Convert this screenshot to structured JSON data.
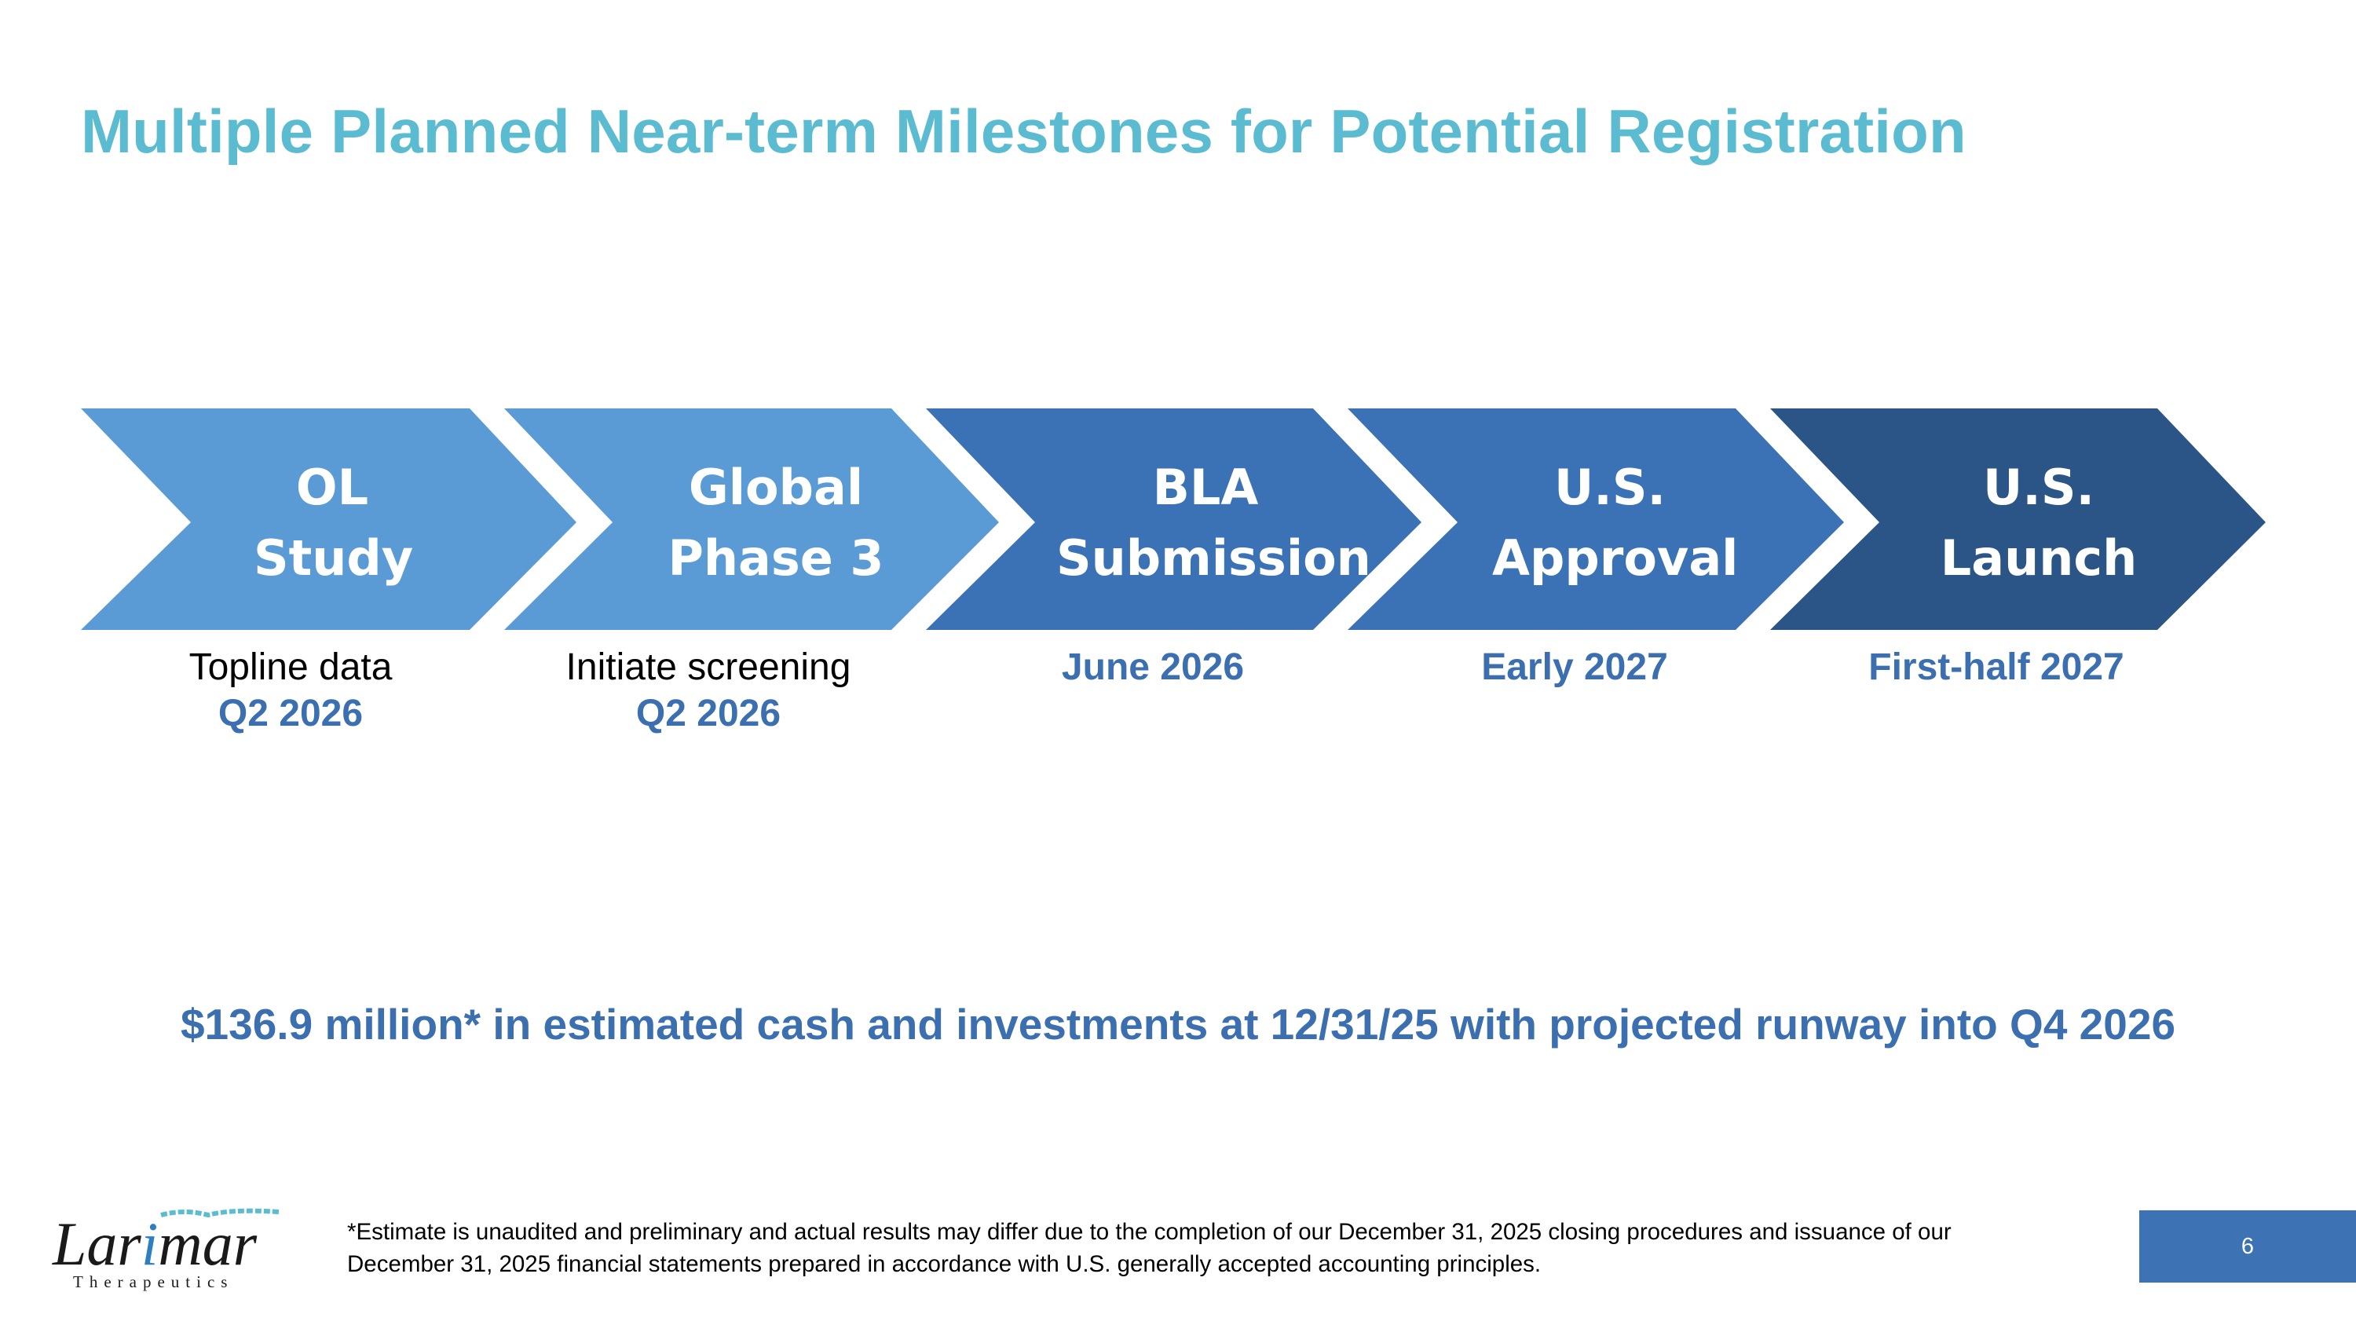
{
  "title": "Multiple Planned Near-term Milestones for Potential Registration",
  "milestones": [
    {
      "line1": "OL",
      "line2": "Study",
      "caption": "Topline data",
      "date": "Q2 2026",
      "color": "#5b9bd5"
    },
    {
      "line1": "Global",
      "line2": "Phase 3",
      "caption": "Initiate screening",
      "date": "Q2 2026",
      "color": "#5b9bd5"
    },
    {
      "line1": "BLA",
      "line2": "Submission",
      "caption": "",
      "date": "June 2026",
      "color": "#3b72b5"
    },
    {
      "line1": "U.S.",
      "line2": "Approval",
      "caption": "",
      "date": "Early 2027",
      "color": "#3b72b5"
    },
    {
      "line1": "U.S.",
      "line2": "Launch",
      "caption": "",
      "date": "First-half 2027",
      "color": "#2b5586"
    }
  ],
  "cash_statement": "$136.9 million* in estimated cash and investments at 12/31/25 with projected runway into Q4 2026",
  "footnote": "*Estimate is unaudited and preliminary and actual results may differ due to the completion of our December 31, 2025 closing procedures and issuance of our December 31, 2025 financial statements prepared in accordance with U.S. generally accepted accounting principles.",
  "logo": {
    "name": "Larimar",
    "tagline": "Therapeutics"
  },
  "page_number": "6",
  "colors": {
    "title": "#5bbcd1",
    "accent": "#3b6fb0",
    "page_box": "#3d72b4"
  }
}
